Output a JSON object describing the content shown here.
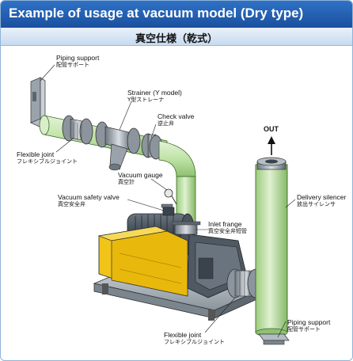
{
  "header": {
    "title": "Example of usage at vacuum model (Dry type)",
    "subtitle": "真空仕様（乾式）"
  },
  "labels": {
    "piping_support_top": {
      "en": "Piping support",
      "ja": "配管サポート"
    },
    "strainer": {
      "en": "Strainer (Y model)",
      "ja": "Y型ストレーナ"
    },
    "check_valve": {
      "en": "Check valve",
      "ja": "逆止弁"
    },
    "flexible_joint_left": {
      "en": "Flexible joint",
      "ja": "フレキシブルジョイント"
    },
    "vacuum_gauge": {
      "en": "Vacuum gauge",
      "ja": "真空計"
    },
    "vacuum_safety_valve": {
      "en": "Vacuum safety valve",
      "ja": "真空安全弁"
    },
    "inlet_flange": {
      "en": "Inlet frange",
      "ja": "真空安全弁短管"
    },
    "delivery_silencer": {
      "en": "Delivery silencer",
      "ja": "放出サイレンサ"
    },
    "out": "OUT",
    "piping_support_bottom": {
      "en": "Piping support",
      "ja": "配管サポート"
    },
    "flexible_joint_bottom": {
      "en": "Flexible joint",
      "ja": "フレキシブルジョイント"
    }
  },
  "colors": {
    "pipe": "#bfe3a6",
    "pipe_dark": "#8fc170",
    "cover": "#f0c419",
    "motor": "#3c4650",
    "header": "#1f5bb0"
  }
}
